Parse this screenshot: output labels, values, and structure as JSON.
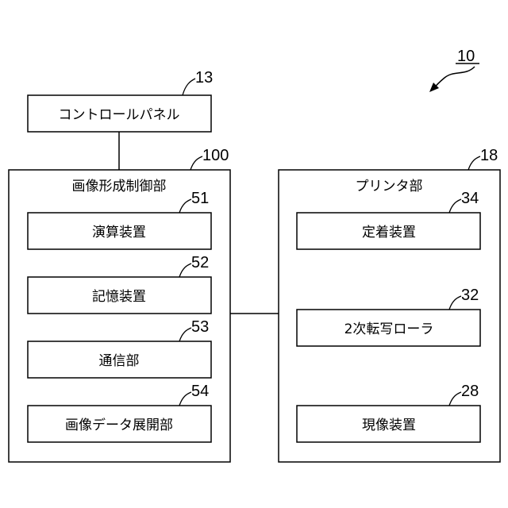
{
  "figure_number": "10",
  "control_panel": {
    "ref": "13",
    "label": "コントロールパネル"
  },
  "image_controller": {
    "ref": "100",
    "title": "画像形成制御部",
    "blocks": [
      {
        "ref": "51",
        "label": "演算装置"
      },
      {
        "ref": "52",
        "label": "記憶装置"
      },
      {
        "ref": "53",
        "label": "通信部"
      },
      {
        "ref": "54",
        "label": "画像データ展開部"
      }
    ]
  },
  "printer": {
    "ref": "18",
    "title": "プリンタ部",
    "blocks": [
      {
        "ref": "34",
        "label": "定着装置"
      },
      {
        "ref": "32",
        "label": "2次転写ローラ"
      },
      {
        "ref": "28",
        "label": "現像装置"
      }
    ]
  }
}
